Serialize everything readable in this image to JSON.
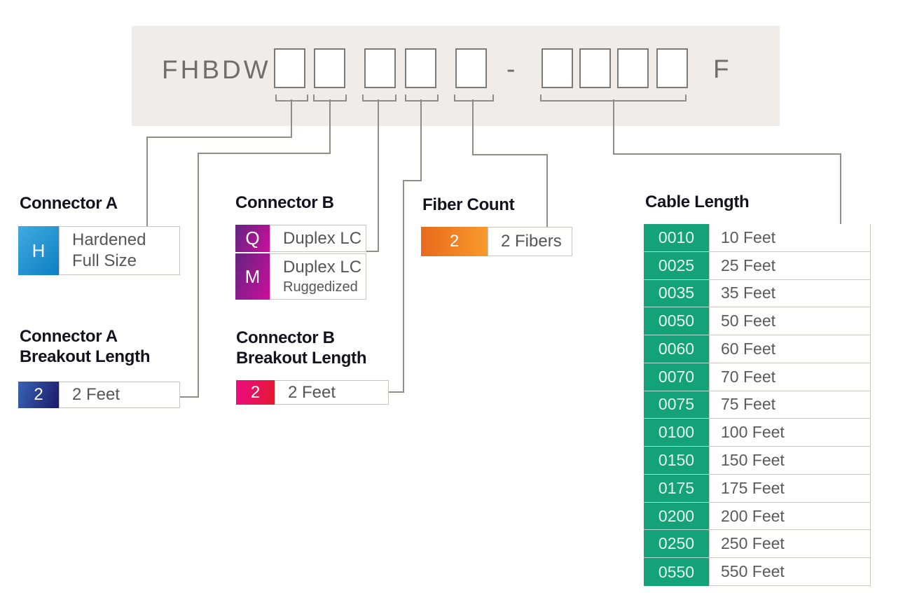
{
  "part_number": {
    "prefix": "FHBDW -",
    "separator": "-",
    "suffix": "F"
  },
  "sections": {
    "connector_a": {
      "title": "Connector A",
      "code": "H",
      "label_lines": [
        "Hardened",
        "Full Size"
      ]
    },
    "connector_b": {
      "title": "Connector B",
      "options": [
        {
          "code": "Q",
          "label_lines": [
            "Duplex LC"
          ]
        },
        {
          "code": "M",
          "label_lines": [
            "Duplex LC",
            "Ruggedized"
          ]
        }
      ]
    },
    "fiber_count": {
      "title": "Fiber Count",
      "code": "2",
      "label": "2 Fibers"
    },
    "connector_a_breakout": {
      "title_lines": [
        "Connector A",
        "Breakout Length"
      ],
      "code": "2",
      "label": "2 Feet"
    },
    "connector_b_breakout": {
      "title_lines": [
        "Connector B",
        "Breakout Length"
      ],
      "code": "2",
      "label": "2 Feet"
    },
    "cable_length": {
      "title": "Cable Length",
      "rows": [
        {
          "code": "0010",
          "label": "10 Feet"
        },
        {
          "code": "0025",
          "label": "25 Feet"
        },
        {
          "code": "0035",
          "label": "35 Feet"
        },
        {
          "code": "0050",
          "label": "50 Feet"
        },
        {
          "code": "0060",
          "label": "60 Feet"
        },
        {
          "code": "0070",
          "label": "70 Feet"
        },
        {
          "code": "0075",
          "label": "75 Feet"
        },
        {
          "code": "0100",
          "label": "100 Feet"
        },
        {
          "code": "0150",
          "label": "150 Feet"
        },
        {
          "code": "0175",
          "label": "175 Feet"
        },
        {
          "code": "0200",
          "label": "200 Feet"
        },
        {
          "code": "0250",
          "label": "250 Feet"
        },
        {
          "code": "0550",
          "label": "550 Feet"
        }
      ]
    }
  },
  "colors": {
    "connector_a_grad": [
      "#41aae0",
      "#0c7fc2"
    ],
    "connector_b_grad": [
      "#63247f",
      "#cb0f9c"
    ],
    "fiber_grad": [
      "#e86a1e",
      "#f89a2b"
    ],
    "breakout_a_grad": [
      "#3a63b4",
      "#1b1a6b"
    ],
    "breakout_b_grad": [
      "#ec0c86",
      "#e3192d"
    ],
    "cable_green": "#14a278"
  }
}
